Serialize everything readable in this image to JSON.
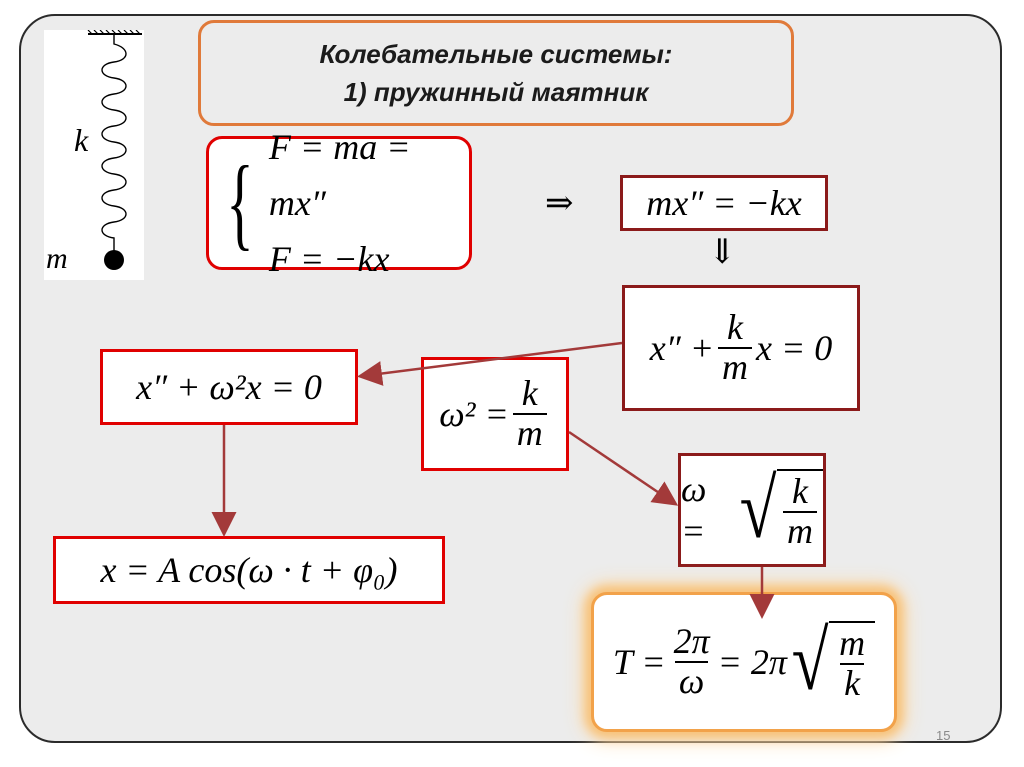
{
  "title": {
    "line1": "Колебательные системы:",
    "line2": "1) пружинный маятник"
  },
  "spring": {
    "k_label": "k",
    "m_label": "m"
  },
  "system": {
    "eq1": "F = ma = mx″",
    "eq2": "F = −kx"
  },
  "implies_symbol": "⇒",
  "down_implies_symbol": "⇓",
  "eq_newton": "mx″ = −kx",
  "eq_diff_k": {
    "left": "x″ +",
    "num": "k",
    "den": "m",
    "right": "x = 0"
  },
  "eq_omega_sq": {
    "left": "ω² =",
    "num": "k",
    "den": "m"
  },
  "eq_diff_omega": "x″ + ω²x = 0",
  "eq_solution": "x = A cos(ω · t + φ₀)",
  "eq_omega": {
    "left": "ω =",
    "num": "k",
    "den": "m"
  },
  "eq_period": {
    "T": "T =",
    "num1": "2π",
    "den1": "ω",
    "mid": "= 2π",
    "num2": "m",
    "den2": "k"
  },
  "page_number": "15",
  "colors": {
    "red": "#e00000",
    "dark_red": "#8b1a1a",
    "orange": "#e07a3a",
    "arrow": "#a33a3a"
  }
}
